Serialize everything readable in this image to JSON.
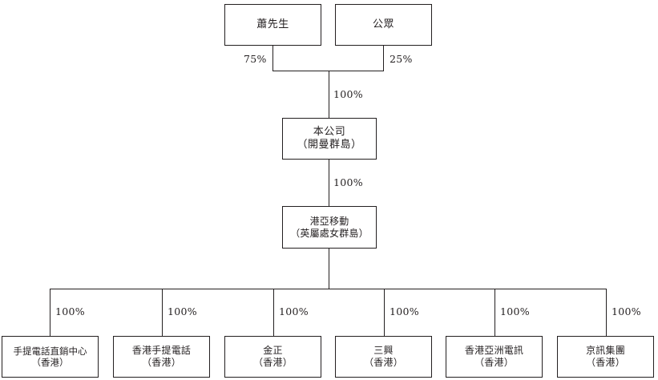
{
  "diagram": {
    "title": "Corporate shareholding structure chart",
    "background_color": "#ffffff",
    "line_color": "#231f20",
    "text_color": "#231f20",
    "nodes": {
      "shareholder_major": {
        "line1": "蕭先生",
        "line2": ""
      },
      "shareholder_public": {
        "line1": "公眾",
        "line2": ""
      },
      "company": {
        "line1": "本公司",
        "line2": "（開曼群島）"
      },
      "bvi_holding": {
        "line1": "港亞移動",
        "line2": "（英屬處女群島）"
      },
      "sub1": {
        "line1": "手提電話直銷中心",
        "line2": "（香港）"
      },
      "sub2": {
        "line1": "香港手提電話",
        "line2": "（香港）"
      },
      "sub3": {
        "line1": "金正",
        "line2": "（香港）"
      },
      "sub4": {
        "line1": "三興",
        "line2": "（香港）"
      },
      "sub5": {
        "line1": "香港亞洲電訊",
        "line2": "（香港）"
      },
      "sub6": {
        "line1": "京訊集團",
        "line2": "（香港）"
      }
    },
    "percentages": {
      "major_to_company": "75%",
      "public_to_company": "25%",
      "combined_to_company": "100%",
      "company_to_bvi": "100%",
      "bvi_to_sub1": "100%",
      "bvi_to_sub2": "100%",
      "bvi_to_sub3": "100%",
      "bvi_to_sub4": "100%",
      "bvi_to_sub5": "100%",
      "bvi_to_sub6": "100%"
    }
  }
}
